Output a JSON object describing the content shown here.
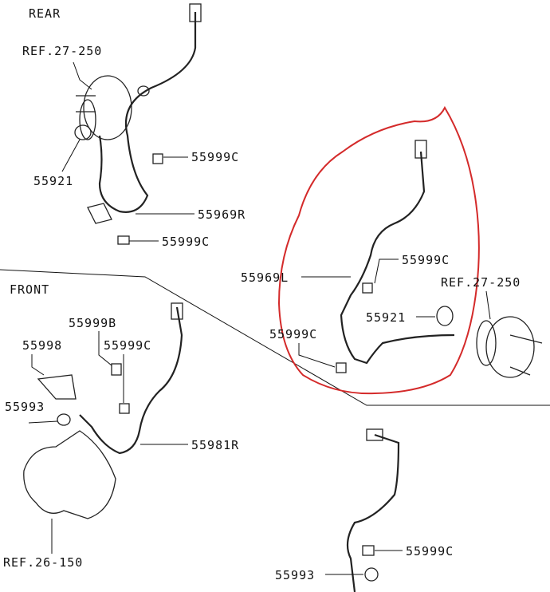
{
  "sections": {
    "rear": "REAR",
    "front": "FRONT"
  },
  "labels": {
    "rear_ref": "REF.27-250",
    "rear_55921": "55921",
    "rear_55999c_a": "55999C",
    "rear_55969r": "55969R",
    "rear_55999c_b": "55999C",
    "front_55999b": "55999B",
    "front_55998": "55998",
    "front_55999c": "55999C",
    "front_55993": "55993",
    "front_55981r": "55981R",
    "front_ref": "REF.26-150",
    "hl_55969l": "55969L",
    "hl_55999c_a": "55999C",
    "hl_ref": "REF.27-250",
    "hl_55921": "55921",
    "hl_55999c_b": "55999C",
    "br_55999c": "55999C",
    "br_55993": "55993"
  },
  "colors": {
    "highlight": "#d42a2a",
    "ink": "#222222"
  }
}
